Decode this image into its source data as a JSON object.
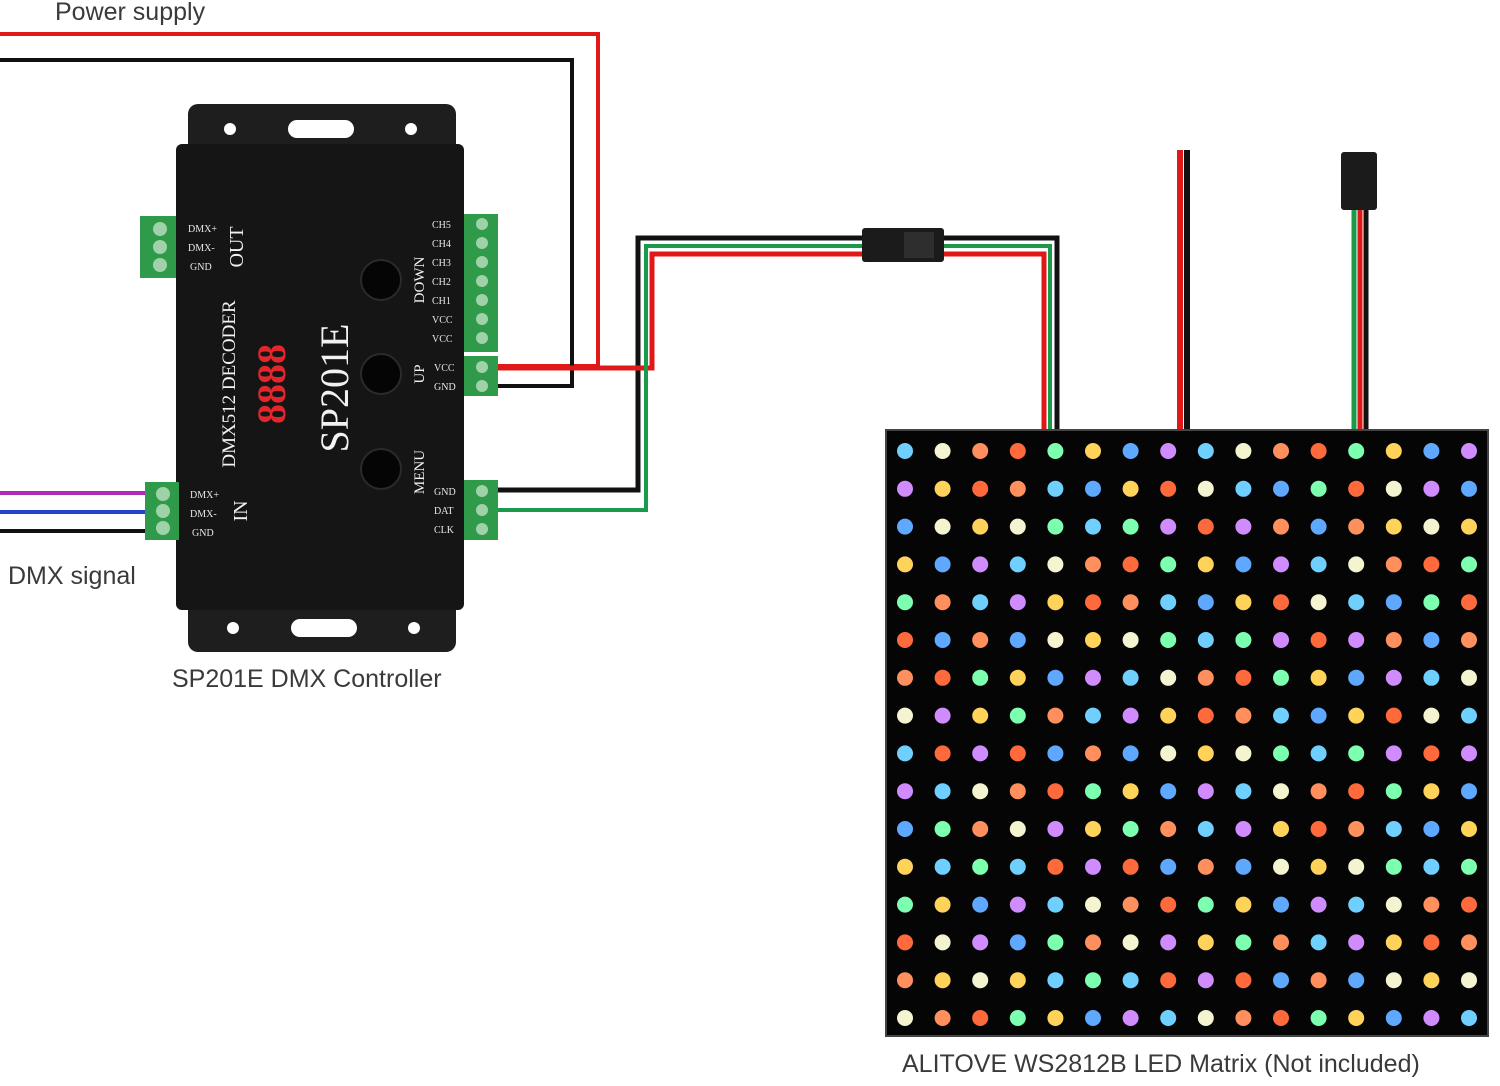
{
  "captions": {
    "power_supply": "Power supply",
    "dmx_signal": "DMX signal",
    "controller": "SP201E DMX Controller",
    "matrix": "ALITOVE WS2812B LED Matrix (Not included)"
  },
  "controller": {
    "model": "SP201E",
    "decoder_label": "DMX512 DECODER",
    "display_value": "8888",
    "out_label": "OUT",
    "in_label": "IN",
    "buttons": [
      "DOWN",
      "UP",
      "MENU"
    ],
    "out_pins": [
      "DMX+",
      "DMX-",
      "GND"
    ],
    "in_pins": [
      "DMX+",
      "DMX-",
      "GND"
    ],
    "ch_pins": [
      "CH5",
      "CH4",
      "CH3",
      "CH2",
      "CH1",
      "VCC",
      "VCC"
    ],
    "power_pins": [
      "VCC",
      "GND"
    ],
    "data_pins": [
      "GND",
      "DAT",
      "CLK"
    ]
  },
  "wire_colors": {
    "power_positive": "#e01818",
    "power_negative": "#111111",
    "data": "#1a9a4a",
    "dmx_plus": "#b02ab8",
    "dmx_minus": "#2244cc"
  },
  "matrix": {
    "rows": 16,
    "cols": 16,
    "led_colors": [
      "#6fd0ff",
      "#ffd35a",
      "#ff8f5c",
      "#d08cff",
      "#7dffb0",
      "#f4f4d0",
      "#5fa8ff",
      "#ff6a3c"
    ]
  }
}
